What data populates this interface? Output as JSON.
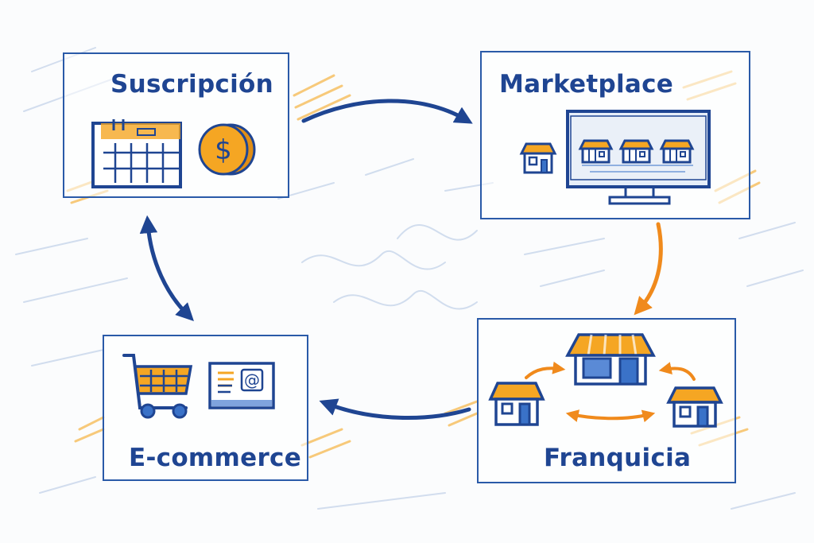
{
  "diagram": {
    "type": "cycle",
    "style": "hand-drawn sketch, blue ink with orange highlights",
    "colors": {
      "ink_blue": "#1f4592",
      "accent_orange": "#f5a623",
      "arrow_orange": "#f08a1c",
      "background": "#fbfcfd"
    },
    "nodes": [
      {
        "id": "suscripcion",
        "label": "Suscripción",
        "icons": [
          "calendar-icon",
          "dollar-coin-icon"
        ]
      },
      {
        "id": "marketplace",
        "label": "Marketplace",
        "icons": [
          "storefront-icon",
          "monitor-icon",
          "storefront-icon",
          "storefront-icon",
          "storefront-icon"
        ]
      },
      {
        "id": "franquicia",
        "label": "Franquicia",
        "icons": [
          "storefront-icon",
          "storefront-icon",
          "storefront-icon"
        ]
      },
      {
        "id": "ecommerce",
        "label": "E-commerce",
        "icons": [
          "shopping-cart-icon",
          "email-card-icon"
        ]
      }
    ],
    "edges": [
      {
        "from": "Suscripción",
        "to": "Marketplace",
        "color": "blue",
        "direction": "one-way"
      },
      {
        "from": "Marketplace",
        "to": "Franquicia",
        "color": "orange",
        "direction": "one-way"
      },
      {
        "from": "Franquicia",
        "to": "E-commerce",
        "color": "blue",
        "direction": "one-way"
      },
      {
        "from": "E-commerce",
        "to": "Suscripción",
        "color": "blue",
        "direction": "two-way"
      }
    ],
    "inner_edges": [
      {
        "node": "Franquicia",
        "description": "orange arrows between three stores: left→center, right→center, left↔right"
      }
    ]
  }
}
